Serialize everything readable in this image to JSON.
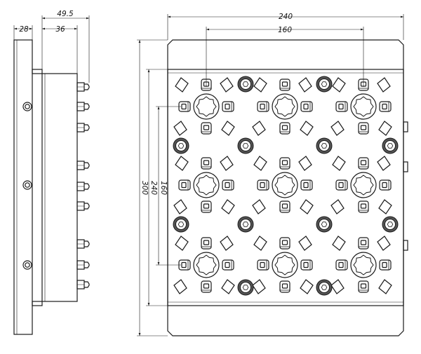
{
  "colors": {
    "line": "#1a1a1a",
    "background": "#ffffff"
  },
  "side_view": {
    "dim_overall": "49.5",
    "dim_body": "36",
    "dim_flange": "28"
  },
  "front_view": {
    "dim_width_overall": "240",
    "dim_width_inner": "160",
    "dim_height_overall": "300",
    "dim_height_inner": "240",
    "dim_height_holes": "160"
  }
}
